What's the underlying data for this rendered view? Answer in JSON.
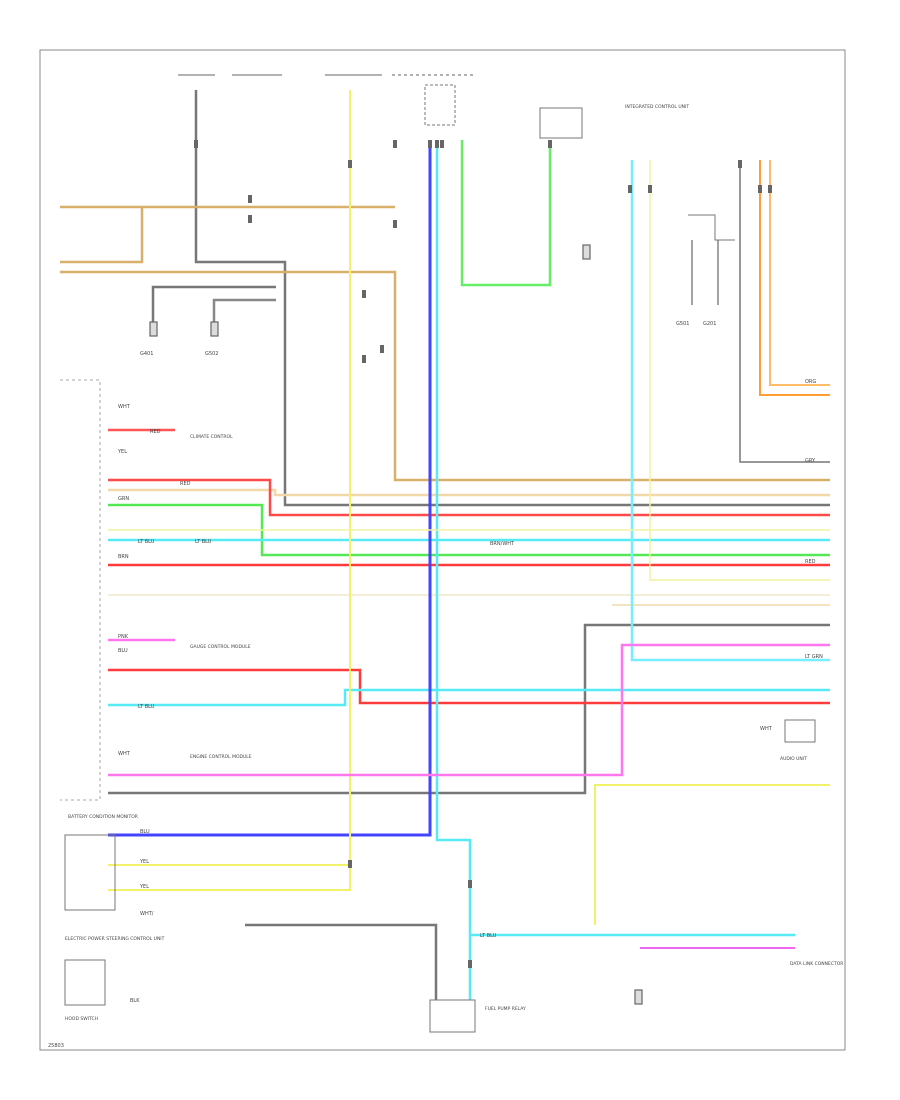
{
  "wire_labels": {
    "wht": "WHT",
    "wht_slash": "WHT/",
    "blk": "BLK",
    "blu": "BLU",
    "red": "RED",
    "grn": "GRN",
    "yel": "YEL",
    "brn": "BRN",
    "pnk": "PNK",
    "ltblu": "LT BLU",
    "ltgrn": "LT GRN",
    "gry": "GRY",
    "org": "ORG",
    "brn_wht": "BRN/WHT"
  },
  "ground_labels": {
    "g1": "G401",
    "g2": "G502",
    "g3": "G501",
    "g4": "G201"
  },
  "component_labels": {
    "c1": "BATTERY CONDITION MONITOR",
    "c2": "CLIMATE CONTROL",
    "c3": "GAUGE CONTROL MODULE",
    "c4": "ENGINE CONTROL MODULE",
    "c5": "ELECTRIC POWER STEERING CONTROL UNIT",
    "c6": "HOOD SWITCH",
    "c7": "FUEL PUMP RELAY",
    "c8": "INTEGRATED CONTROL UNIT",
    "c9": "AUDIO UNIT",
    "c10": "DATA LINK CONNECTOR"
  },
  "colors": {
    "red": "#ff3b3b",
    "grn": "#55e855",
    "blu": "#4444ff",
    "ltblu": "#55eaf5",
    "yel": "#f2f26a",
    "org": "#ff9f33",
    "pnk": "#ff77ee",
    "brn": "#d8b06a",
    "gry": "#888888",
    "blk": "#555555",
    "tan": "#f2d8a8",
    "frame": "#888888"
  },
  "footer_code": "25803"
}
